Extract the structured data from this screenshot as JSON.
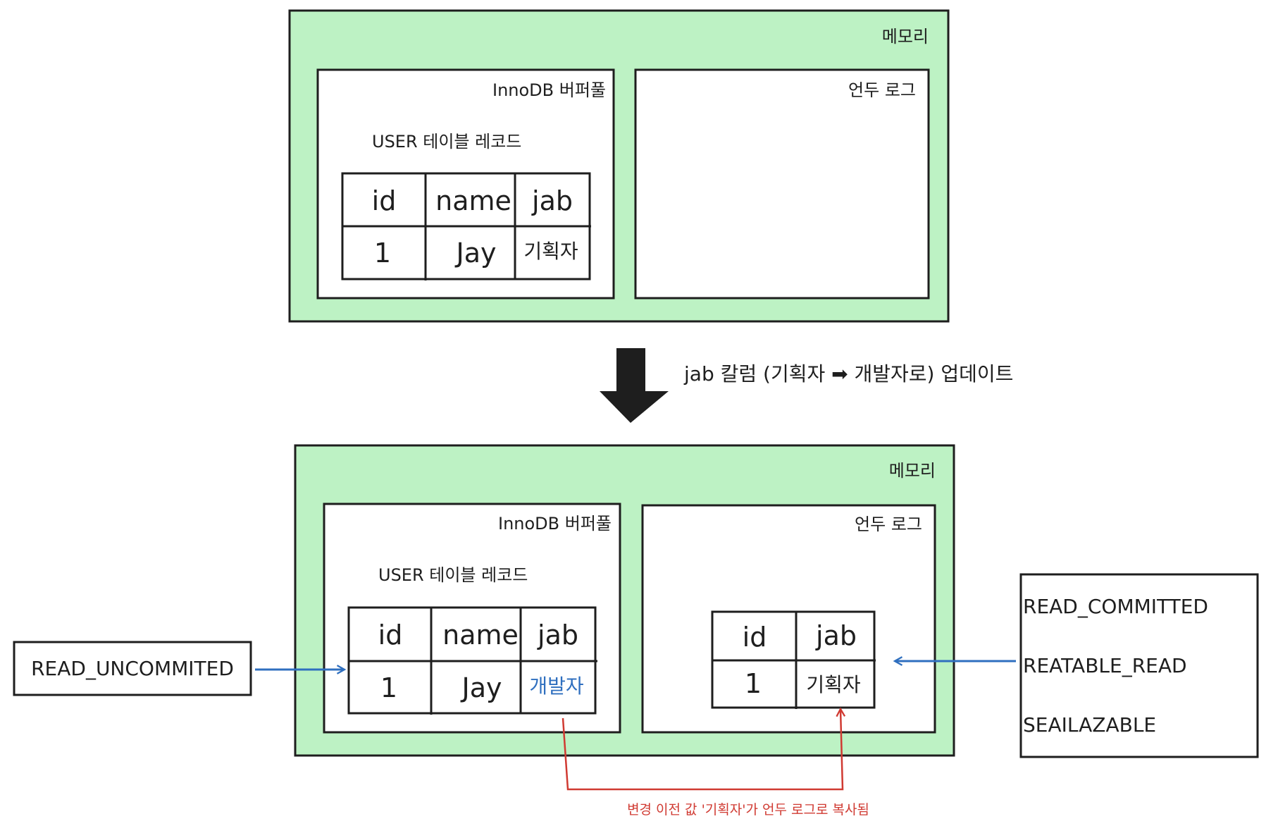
{
  "memory_label": "메모리",
  "buffer_pool_label": "InnoDB 버퍼풀",
  "undo_log_label": "언두 로그",
  "table_caption": "USER 테이블 레코드",
  "columns": [
    "id",
    "name",
    "jab"
  ],
  "before_row": [
    "1",
    "Jay",
    "기획자"
  ],
  "transition_label": "jab 칼럼 (기획자 ➡ 개발자로) 업데이트",
  "after_row": [
    "1",
    "Jay",
    "개발자"
  ],
  "undo_columns": [
    "id",
    "jab"
  ],
  "undo_row": [
    "1",
    "기획자"
  ],
  "left_isolation": "READ_UNCOMMITED",
  "right_isolation": [
    "READ_COMMITTED",
    "REATABLE_READ",
    "SEAILAZABLE"
  ],
  "copy_note": "변경 이전 값 '기획자'가 언두 로그로 복사됨",
  "colors": {
    "memory_fill": "#bdf2c4",
    "stroke": "#1e1e1e",
    "arrow_blue": "#2f6fbf",
    "arrow_red": "#d03a32",
    "changed_value": "#2f6fbf"
  }
}
